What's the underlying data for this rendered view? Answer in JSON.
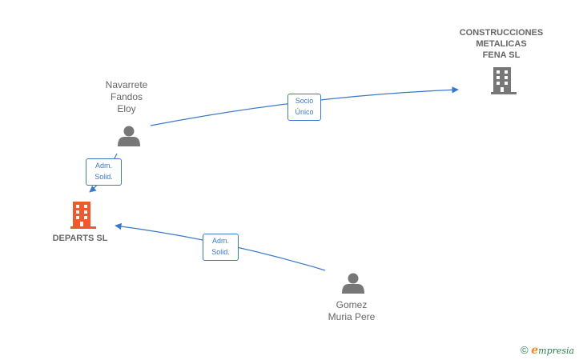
{
  "colors": {
    "edge": "#3c78c8",
    "person_icon": "#777777",
    "company_icon": "#777777",
    "company_highlight": "#ee5a2a",
    "label_text": "#666666"
  },
  "nodes": {
    "navarrete": {
      "label": "Navarrete\nFandos\nEloy",
      "icon": "person-icon"
    },
    "construcciones": {
      "label": "CONSTRUCCIONES\nMETALICAS\nFENA SL",
      "icon": "building-icon"
    },
    "departs": {
      "label": "DEPARTS  SL",
      "icon": "building-icon"
    },
    "gomez": {
      "label": "Gomez\nMuria Pere",
      "icon": "person-icon"
    }
  },
  "edges": {
    "socio": {
      "label": "Socio\nÚnico"
    },
    "adm1": {
      "label": "Adm.\nSolid."
    },
    "adm2": {
      "label": "Adm.\nSolid."
    }
  },
  "footer": {
    "copyright": "©",
    "brand_initial": "e",
    "brand_rest": "mpresia"
  }
}
